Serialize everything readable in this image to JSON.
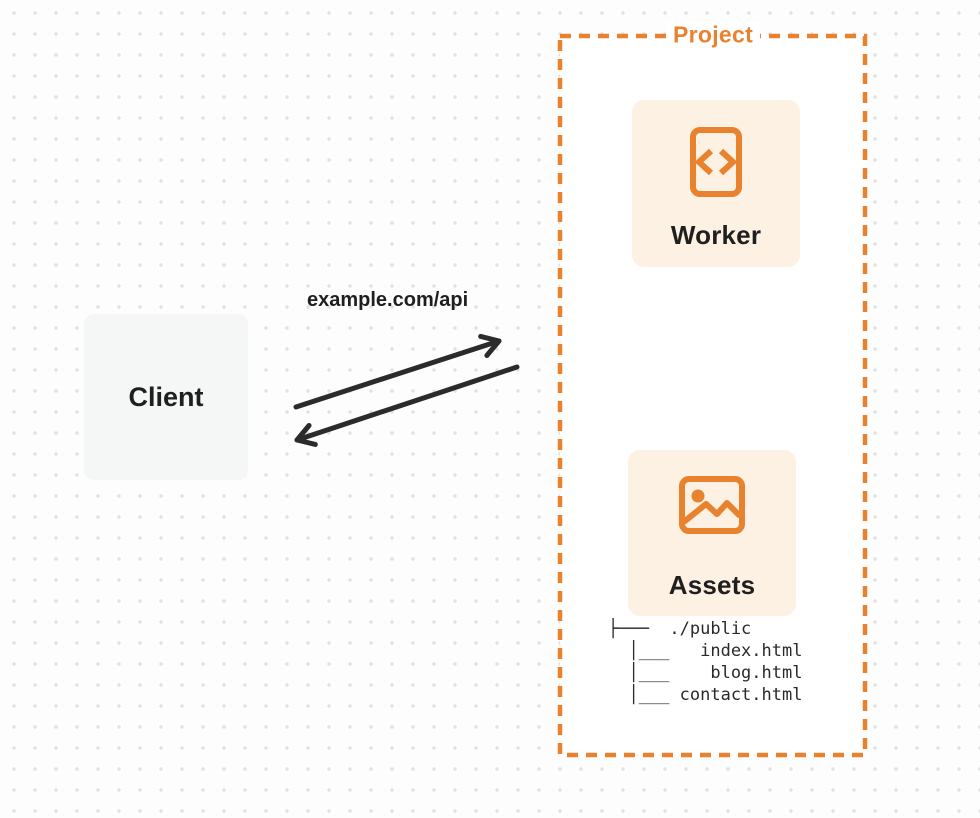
{
  "diagram": {
    "client": {
      "label": "Client"
    },
    "request": {
      "label": "example.com/api"
    },
    "project": {
      "label": "Project",
      "worker": {
        "label": "Worker",
        "icon": "code-icon"
      },
      "assets": {
        "label": "Assets",
        "icon": "image-icon"
      },
      "file_tree": [
        "├───  ./public",
        "  │___   index.html",
        "  │___    blog.html",
        "  │___ contact.html"
      ]
    },
    "colors": {
      "accent_orange": "#E9822E",
      "card_cream": "#FCF1E2",
      "client_gray": "#F5F6F6",
      "arrow_dark": "#2B2B2B",
      "text_dark": "#1F1F1F",
      "dot_gray": "#E2E2E2",
      "page_bg": "#FDFDFD"
    }
  }
}
